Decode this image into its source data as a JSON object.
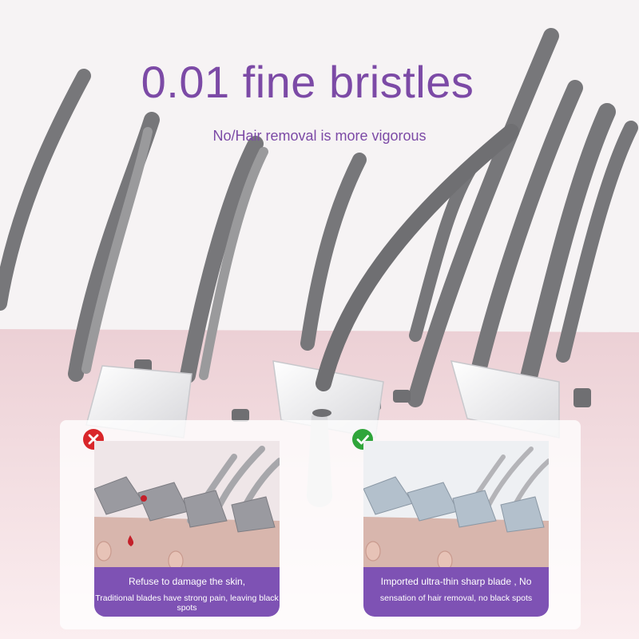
{
  "headline": "0.01 fine bristles",
  "subline": "No/Hair removal is more vigorous",
  "colors": {
    "accent_purple": "#7c4aa6",
    "caption_bg": "#7e52b4",
    "bad_mark": "#d9262a",
    "good_mark": "#2fa53a",
    "skin_pink": "#f1d6da",
    "hair_gray": "#7b7b7d"
  },
  "comparison": {
    "bad": {
      "icon": "cross-icon",
      "caption_line1": "Refuse to damage the skin,",
      "caption_line2": "Traditional blades have strong pain, leaving black spots"
    },
    "good": {
      "icon": "check-icon",
      "caption_line1": "Imported ultra-thin sharp blade , No",
      "caption_line2": "sensation of hair removal, no black spots"
    }
  }
}
